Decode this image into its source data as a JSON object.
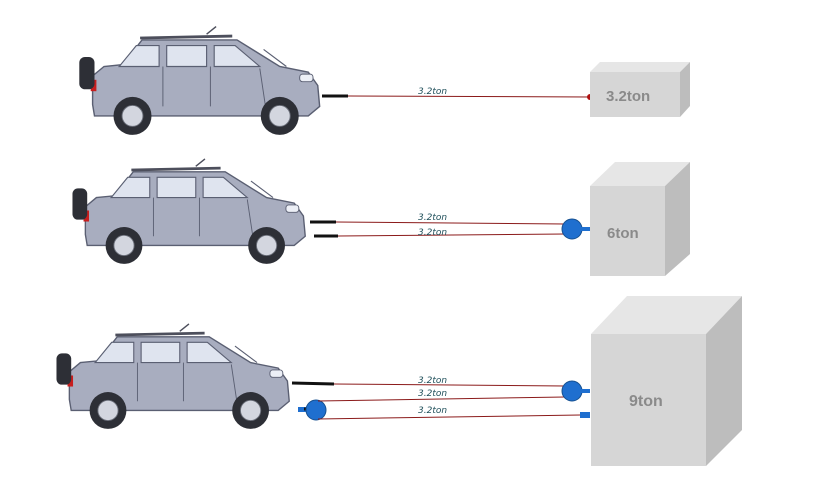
{
  "rows": [
    {
      "box_label": "3.2ton",
      "ropes": [
        {
          "label": "3.2ton"
        }
      ],
      "pulleys": 0
    },
    {
      "box_label": "6ton",
      "ropes": [
        {
          "label": "3.2ton"
        },
        {
          "label": "3.2ton"
        }
      ],
      "pulleys": 1
    },
    {
      "box_label": "9ton",
      "ropes": [
        {
          "label": "3.2ton"
        },
        {
          "label": "3.2ton"
        },
        {
          "label": "3.2ton"
        }
      ],
      "pulleys": 2
    }
  ],
  "colors": {
    "car_body": "#a8adbf",
    "car_outline": "#5a5f72",
    "rope": "#8b1a1a",
    "pulley": "#1f6fcf",
    "box_front": "#d6d6d6",
    "box_top": "#e6e6e6",
    "box_side": "#bdbdbd"
  }
}
